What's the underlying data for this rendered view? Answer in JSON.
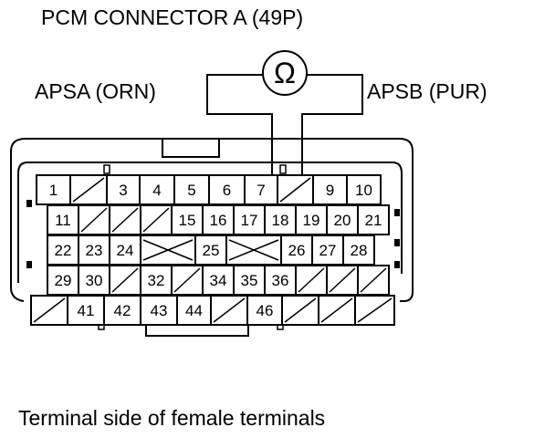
{
  "title": "PCM CONNECTOR A (49P)",
  "meter": {
    "symbol": "Ω",
    "left_label": "APSA (ORN)",
    "right_label": "APSB (PUR)"
  },
  "caption": "Terminal side of female terminals",
  "rows": [
    {
      "type": "row",
      "cells": [
        {
          "v": "1"
        },
        {
          "v": ""
        },
        {
          "v": "3"
        },
        {
          "v": "4"
        },
        {
          "v": "5"
        },
        {
          "v": "6"
        },
        {
          "v": "7"
        },
        {
          "v": ""
        },
        {
          "v": "9"
        },
        {
          "v": "10"
        }
      ]
    },
    {
      "type": "row",
      "cells": [
        {
          "v": "11"
        },
        {
          "v": ""
        },
        {
          "v": ""
        },
        {
          "v": ""
        },
        {
          "v": "15"
        },
        {
          "v": "16"
        },
        {
          "v": "17"
        },
        {
          "v": "18"
        },
        {
          "v": "19"
        },
        {
          "v": "20"
        },
        {
          "v": "21"
        }
      ]
    },
    {
      "type": "row",
      "cells": [
        {
          "v": "22"
        },
        {
          "v": "23"
        },
        {
          "v": "24"
        },
        {
          "v": "X"
        },
        {
          "v": "25"
        },
        {
          "v": "X"
        },
        {
          "v": "26"
        },
        {
          "v": "27"
        },
        {
          "v": "28"
        }
      ]
    },
    {
      "type": "row",
      "cells": [
        {
          "v": "29"
        },
        {
          "v": "30"
        },
        {
          "v": ""
        },
        {
          "v": "32"
        },
        {
          "v": ""
        },
        {
          "v": "34"
        },
        {
          "v": "35"
        },
        {
          "v": "36"
        },
        {
          "v": ""
        },
        {
          "v": ""
        },
        {
          "v": ""
        }
      ]
    },
    {
      "type": "row",
      "cells": [
        {
          "v": ""
        },
        {
          "v": "41"
        },
        {
          "v": "42"
        },
        {
          "v": "43"
        },
        {
          "v": "44"
        },
        {
          "v": ""
        },
        {
          "v": "46"
        },
        {
          "v": ""
        },
        {
          "v": ""
        },
        {
          "v": ""
        }
      ]
    }
  ]
}
